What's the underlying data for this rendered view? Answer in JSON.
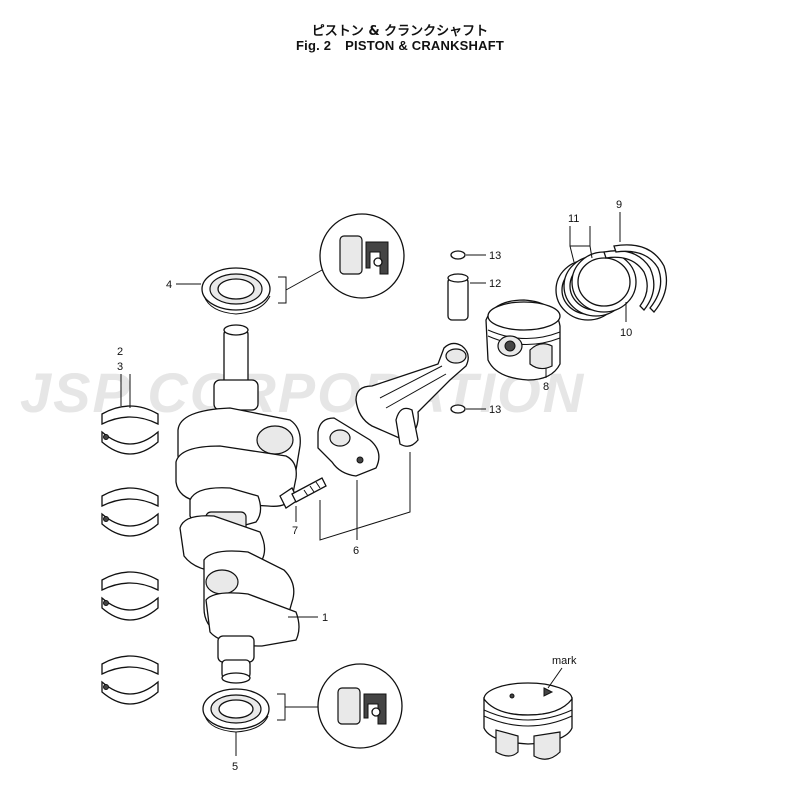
{
  "figure": {
    "title_jp": "ピストン & クランクシャフト",
    "fig_number": "Fig. 2",
    "title_en": "PISTON & CRANKSHAFT"
  },
  "watermark": "JSP CORPORATION",
  "callouts": {
    "c1": "1",
    "c2": "2",
    "c3": "3",
    "c4": "4",
    "c5": "5",
    "c6": "6",
    "c7": "7",
    "c8": "8",
    "c9": "9",
    "c10": "10",
    "c11": "11",
    "c12": "12",
    "c13a": "13",
    "c13b": "13",
    "mark": "mark"
  }
}
